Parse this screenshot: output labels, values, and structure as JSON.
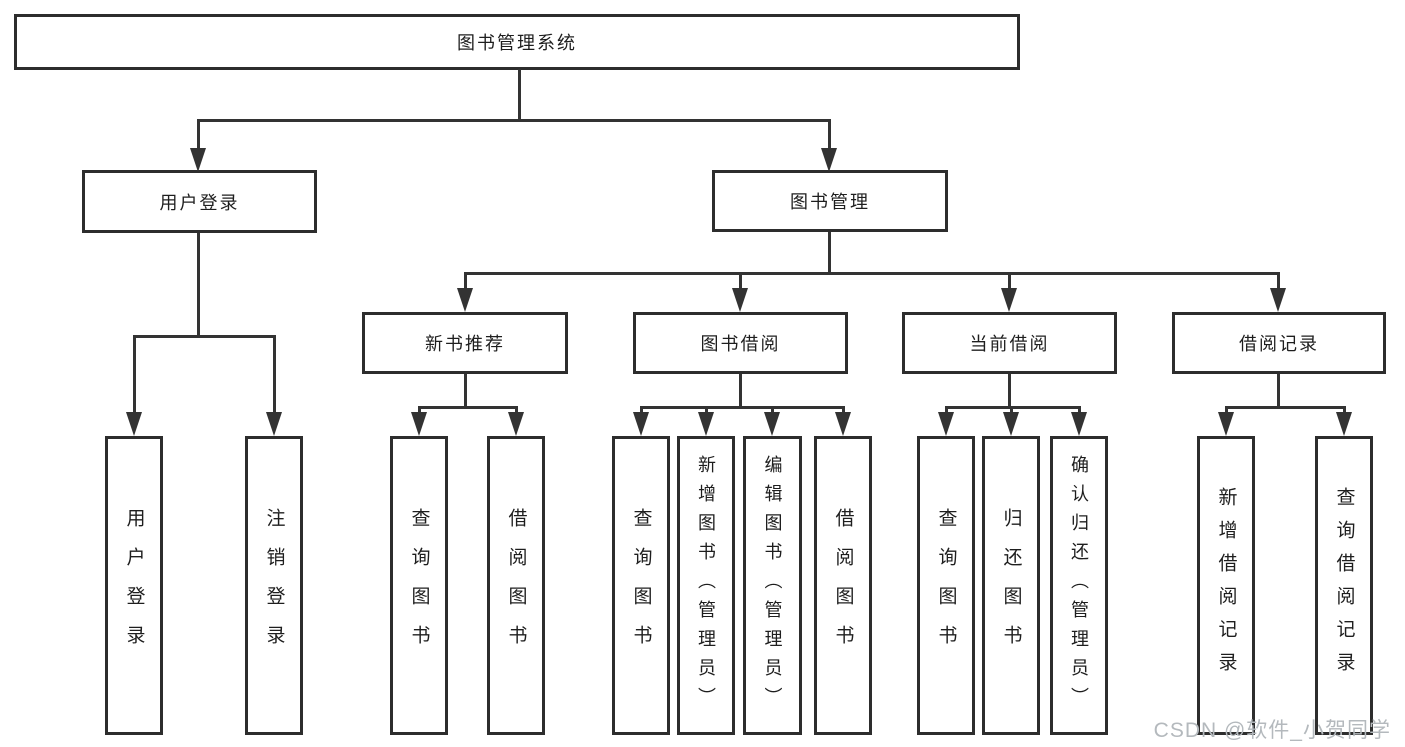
{
  "diagram": {
    "root": {
      "label": "图书管理系统"
    },
    "level2": [
      {
        "label": "用户登录"
      },
      {
        "label": "图书管理"
      }
    ],
    "level3": [
      {
        "label": "新书推荐"
      },
      {
        "label": "图书借阅"
      },
      {
        "label": "当前借阅"
      },
      {
        "label": "借阅记录"
      }
    ],
    "leaves": {
      "user_login": [
        {
          "label": "用户登录"
        },
        {
          "label": "注销登录"
        }
      ],
      "new_book_recommend": [
        {
          "label": "查询图书"
        },
        {
          "label": "借阅图书"
        }
      ],
      "book_borrow": [
        {
          "label": "查询图书"
        },
        {
          "label": "新增图书（管理员）"
        },
        {
          "label": "编辑图书（管理员）"
        },
        {
          "label": "借阅图书"
        }
      ],
      "current_borrow": [
        {
          "label": "查询图书"
        },
        {
          "label": "归还图书"
        },
        {
          "label": "确认归还（管理员）"
        }
      ],
      "borrow_record": [
        {
          "label": "新增借阅记录"
        },
        {
          "label": "查询借阅记录"
        }
      ]
    },
    "watermark": "CSDN @软件_小贺同学",
    "colors": {
      "line": "#333333",
      "box_border": "#2d2d2d",
      "text": "#1e1e1e",
      "watermark": "#b4b9bd",
      "background": "#ffffff"
    }
  }
}
